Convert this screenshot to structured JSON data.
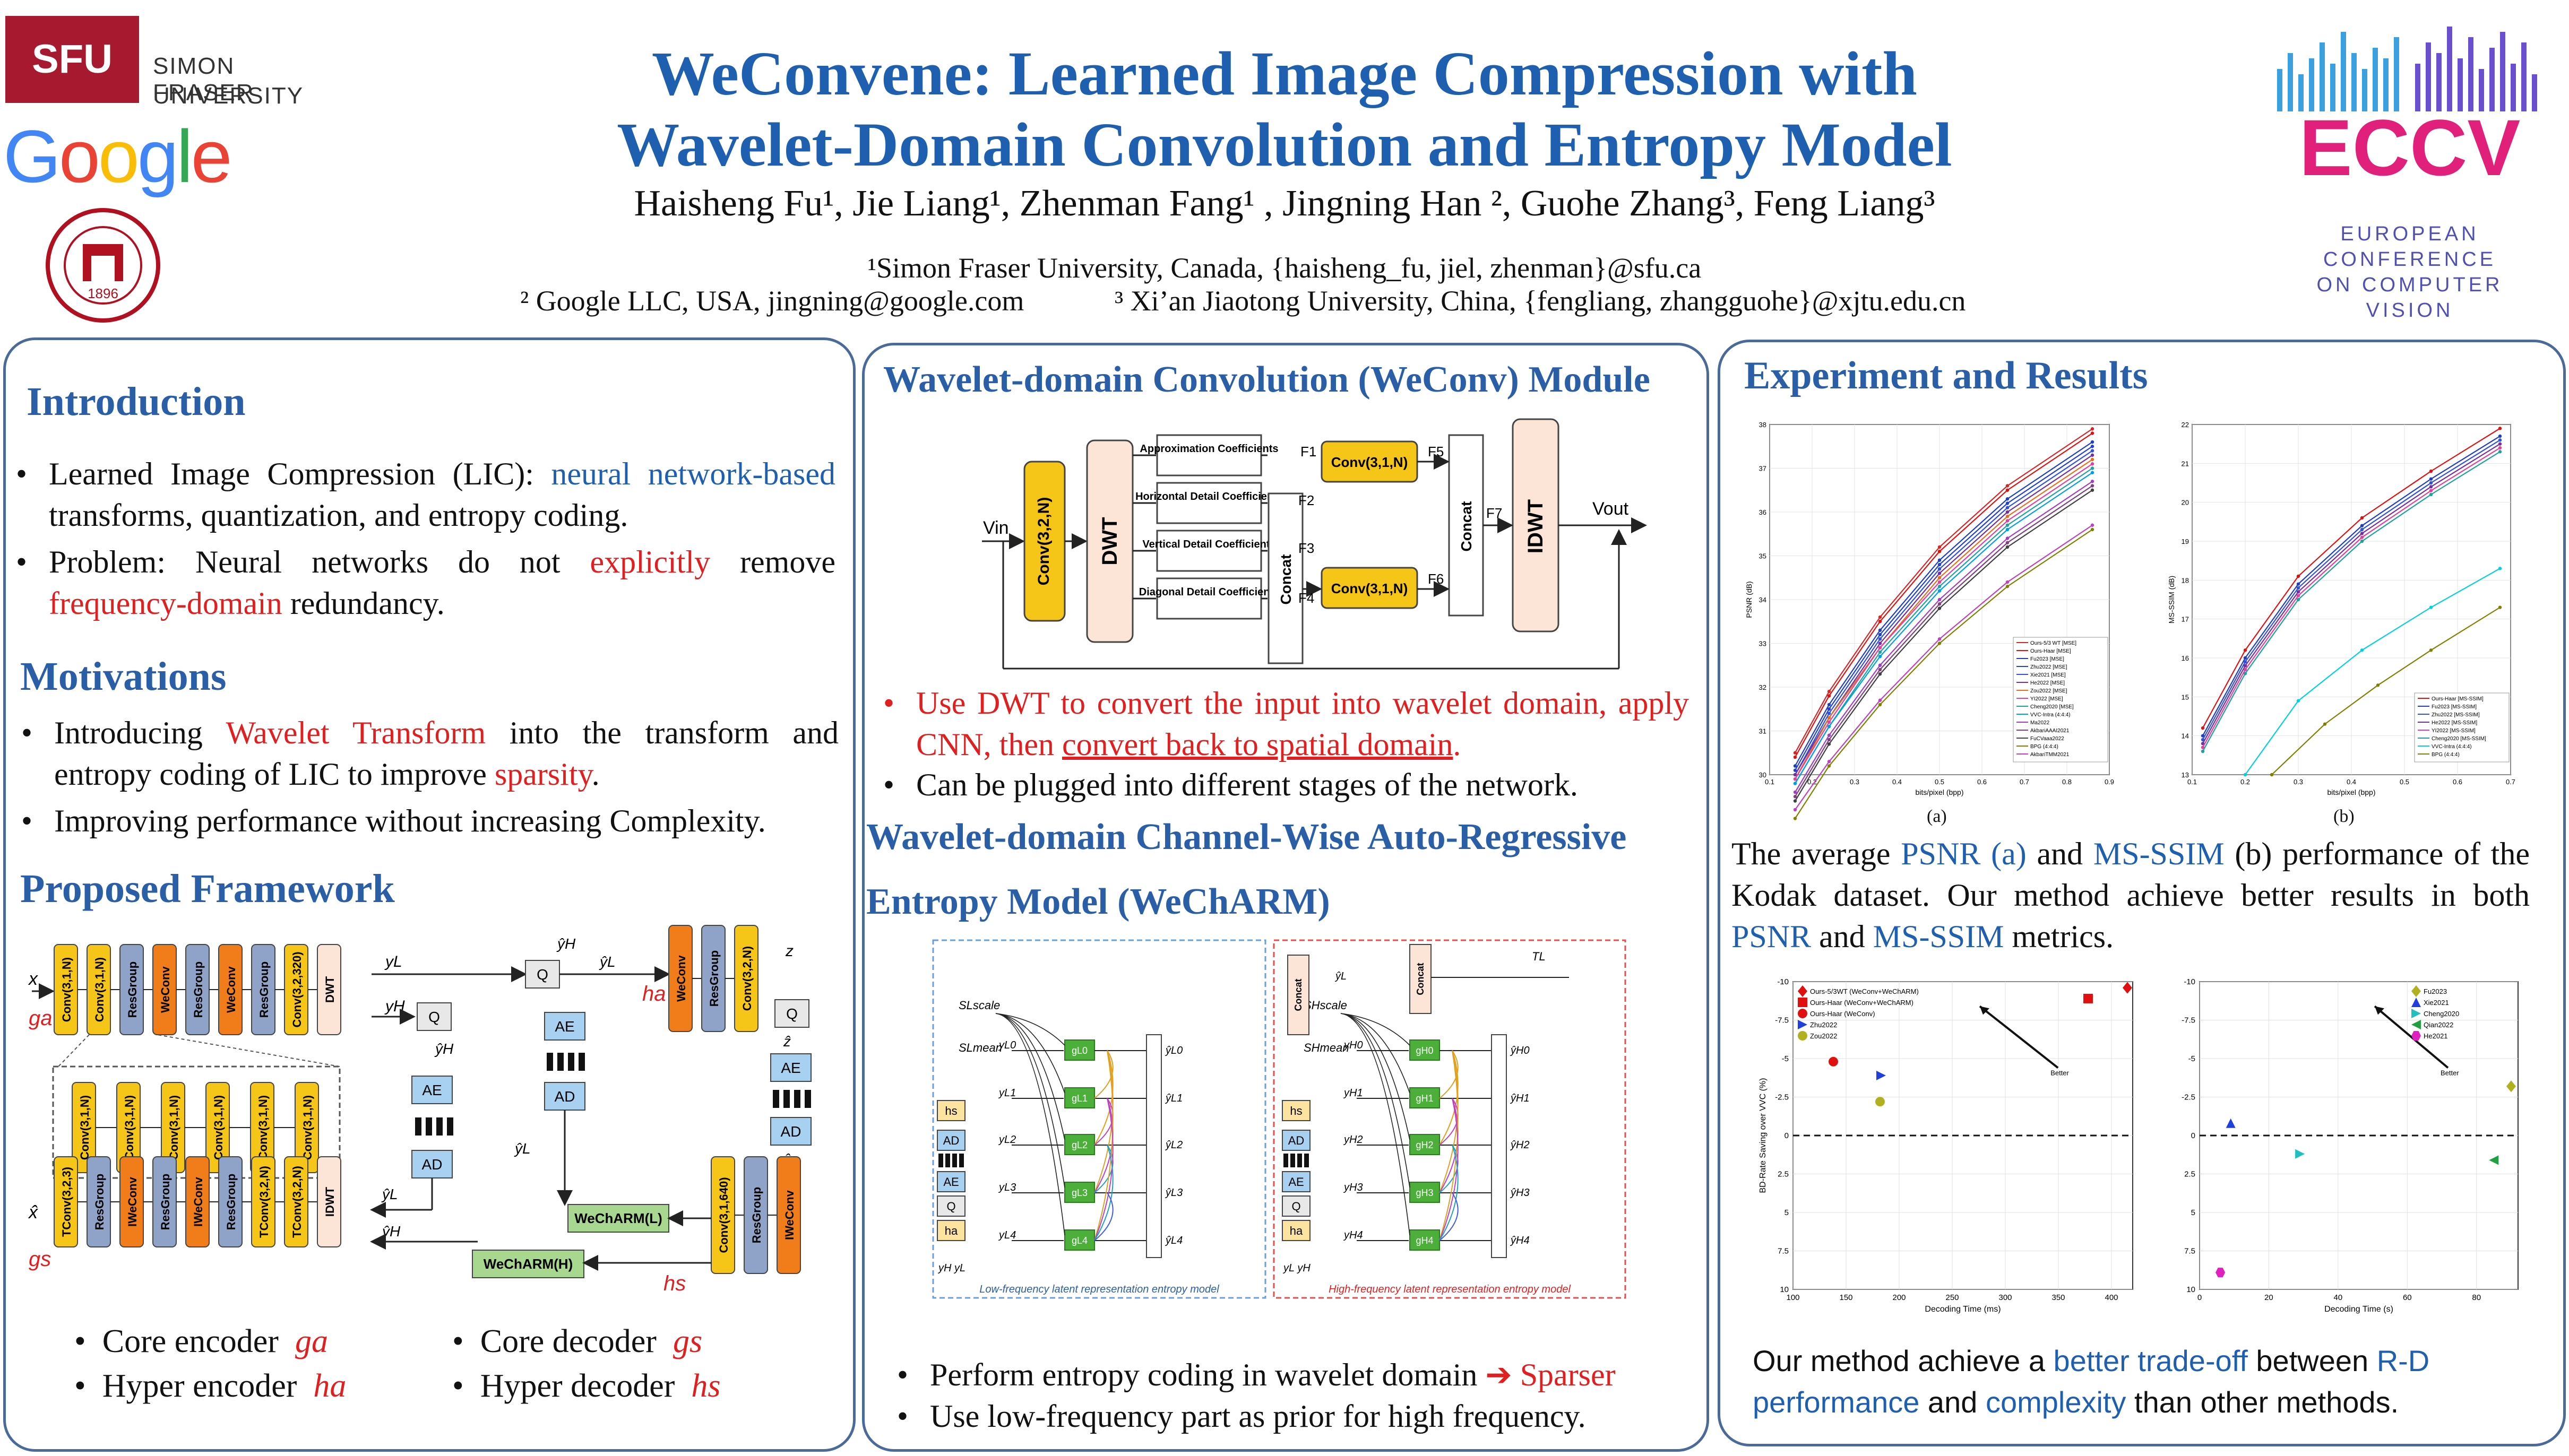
{
  "header": {
    "title_line1": "WeConvene: Learned Image Compression with",
    "title_line2": "Wavelet-Domain Convolution and Entropy Model",
    "authors": "Haisheng Fu¹, Jie Liang¹, Zhenman Fang¹ , Jingning Han ², Guohe Zhang³, Feng Liang³",
    "affiliation1": "¹Simon Fraser University, Canada, {haisheng_fu, jiel, zhenman}@sfu.ca",
    "affiliation2": "² Google LLC, USA, jingning@google.com",
    "affiliation3": "³ Xi’an Jiaotong University, China, {fengliang, zhangguohe}@xjtu.edu.cn",
    "sfu_mark": "SFU",
    "sfu_name_line1": "SIMON FRASER",
    "sfu_name_line2": "UNIVERSITY",
    "google": [
      "G",
      "o",
      "o",
      "g",
      "l",
      "e"
    ],
    "google_colors": [
      "#4285F4",
      "#EA4335",
      "#FBBC05",
      "#4285F4",
      "#34A853",
      "#EA4335"
    ],
    "eccv_word": "ECCV",
    "eccv_sub": [
      "EUROPEAN",
      "CONFERENCE",
      "ON COMPUTER",
      "VISION"
    ],
    "xjtu_seal_year": "1896"
  },
  "intro": {
    "heading": "Introduction",
    "b1_pre": "Learned Image Compression (LIC): ",
    "b1_blue": "neural network-based",
    "b1_post": " transforms, quantization, and entropy coding.",
    "b2_pre": "Problem: Neural networks do not ",
    "b2_red1": "explicitly",
    "b2_mid": " remove ",
    "b2_red2": "frequency-domain",
    "b2_post": " redundancy."
  },
  "motivations": {
    "heading": "Motivations",
    "b1_pre": "Introducing ",
    "b1_red": "Wavelet Transform",
    "b1_mid": " into the transform and entropy coding of LIC to improve ",
    "b1_red2": "sparsity",
    "b1_post": ".",
    "b2": "Improving performance without increasing Complexity."
  },
  "framework": {
    "heading": "Proposed Framework",
    "enc_blocks": [
      "Conv(3,1,N)",
      "Conv(3,1,N)",
      "ResGroup",
      "WeConv",
      "ResGroup",
      "WeConv",
      "ResGroup",
      "Conv(3,2,320)",
      "DWT"
    ],
    "inner_blocks": [
      "Conv(3,1,N)",
      "Conv(3,1,N)",
      "Conv(3,1,N)",
      "Conv(3,1,N)",
      "Conv(3,1,N)",
      "Conv(3,1,N)"
    ],
    "dec_blocks": [
      "TConv(3,2,3)",
      "ResGroup",
      "IWeConv",
      "ResGroup",
      "IWeConv",
      "ResGroup",
      "TConv(3,2,N)",
      "TConv(3,2,N)",
      "IDWT"
    ],
    "hyper_enc_blocks": [
      "WeConv",
      "ResGroup",
      "Conv(3,2,N)"
    ],
    "hyper_dec_blocks": [
      "Conv(3,1,640)",
      "ResGroup",
      "IWeConv"
    ],
    "labels": {
      "x": "x",
      "x_hat": "x̂",
      "ga": "ga",
      "gs": "gs",
      "ha": "ha",
      "hs": "hs",
      "yL": "yL",
      "yH": "yH",
      "yhatL": "ŷL",
      "yhatH": "ŷH",
      "z": "z",
      "zhat": "ẑ",
      "Q": "Q",
      "AE": "AE",
      "AD": "AD",
      "wecharmL": "WeChARM(L)",
      "wecharmH": "WeChARM(H)"
    },
    "legend_core_enc": "Core encoder",
    "legend_hyper_enc": "Hyper encoder",
    "legend_core_dec": "Core decoder",
    "legend_hyper_dec": "Hyper decoder",
    "sym_ga": "ga",
    "sym_ha": "ha",
    "sym_gs": "gs",
    "sym_hs": "hs"
  },
  "weconv": {
    "heading": "Wavelet-domain Convolution (WeConv) Module",
    "diagram": {
      "vin": "Vin",
      "vout": "Vout",
      "conv_in": "Conv(3,2,N)",
      "dwt": "DWT",
      "idwt": "IDWT",
      "concat": "Concat",
      "coeffs": [
        "Approximation Coefficients",
        "Horizontal Detail Coefficients",
        "Vertical Detail Coefficients",
        "Diagonal Detail Coefficients"
      ],
      "f_labels": [
        "F1",
        "F2",
        "F3",
        "F4",
        "F5",
        "F6",
        "F7"
      ],
      "conv1": "Conv(3,1,N)",
      "conv2": "Conv(3,1,N)"
    },
    "b1_red1": "Use DWT to convert the input into wavelet domain, apply CNN, then ",
    "b1_red_u": "convert back to spatial domain",
    "b1_red2": ".",
    "b2": "Can be plugged into different stages of the network."
  },
  "wecharm": {
    "heading_line1": "Wavelet-domain Channel-Wise Auto-Regressive",
    "heading_line2": "Entropy Model (WeChARM)",
    "low_caption": "Low-frequency latent representation entropy model",
    "high_caption": "High-frequency latent representation entropy model",
    "left_nodes": [
      "hs",
      "AD",
      "AE",
      "Q",
      "ha"
    ],
    "right_nodes": [
      "hs",
      "AD",
      "AE",
      "Q",
      "ha"
    ],
    "low_inputs": [
      "yL0",
      "yL1",
      "yL2",
      "yL3",
      "yL4"
    ],
    "low_outputs": [
      "ŷL0",
      "ŷL1",
      "ŷL2",
      "ŷL3",
      "ŷL4"
    ],
    "high_inputs": [
      "yH0",
      "yH1",
      "yH2",
      "yH3",
      "yH4"
    ],
    "high_outputs": [
      "ŷH0",
      "ŷH1",
      "ŷH2",
      "ŷH3",
      "ŷH4"
    ],
    "g_labels_low": [
      "gL0",
      "gL1",
      "gL2",
      "gL3",
      "gL4"
    ],
    "g_labels_high": [
      "gH0",
      "gH1",
      "gH2",
      "gH3",
      "gH4"
    ],
    "scale_low": "SLscale",
    "mean_low": "SLmean",
    "scale_high": "SHscale",
    "mean_high": "SHmean",
    "concat": "Concat",
    "TL": "TL",
    "yLhat": "ŷL",
    "inputs_low": "yH yL",
    "inputs_high": "yL yH",
    "b1_pre": "Perform entropy coding in wavelet domain ",
    "b1_arrow": "➔",
    "b1_red": " Sparser",
    "b2": "Use low-frequency part as prior for high frequency."
  },
  "results": {
    "heading": "Experiment and Results",
    "caption_a": "(a)",
    "caption_b": "(b)",
    "text1_a": "The average ",
    "text1_psnr": "PSNR (a)",
    "text1_b": " and ",
    "text1_ms": "MS-SSIM",
    "text1_c": "  (b) performance of the Kodak dataset.  Our method achieve better results in both ",
    "text1_psnr2": "PSNR",
    "text1_d": " and ",
    "text1_ms2": "MS-SSIM",
    "text1_e": " metrics.",
    "text2_a": "Our method achieve a ",
    "text2_b": "better trade-off",
    "text2_c": " between ",
    "text2_d": "R-D performance",
    "text2_e": " and ",
    "text2_f": "complexity",
    "text2_g": "  than other methods."
  },
  "chart_data": [
    {
      "type": "line",
      "xlabel": "bits/pixel (bpp)",
      "ylabel": "PSNR (dB)",
      "xlim": [
        0.1,
        0.9
      ],
      "ylim": [
        30,
        38
      ],
      "xticks": [
        0.1,
        0.2,
        0.3,
        0.4,
        0.5,
        0.6,
        0.7,
        0.8,
        0.9
      ],
      "yticks": [
        30,
        31,
        32,
        33,
        34,
        35,
        36,
        37,
        38
      ],
      "legend_pos": "bottom-right",
      "series": [
        {
          "name": "Ours-5/3 WT [MSE]",
          "color": "#d62728",
          "x": [
            0.16,
            0.24,
            0.36,
            0.5,
            0.66,
            0.86
          ],
          "y": [
            30.5,
            31.9,
            33.6,
            35.2,
            36.6,
            37.9
          ]
        },
        {
          "name": "Ours-Haar [MSE]",
          "color": "#e01010",
          "x": [
            0.16,
            0.24,
            0.36,
            0.5,
            0.66,
            0.86
          ],
          "y": [
            30.4,
            31.8,
            33.5,
            35.1,
            36.5,
            37.8
          ]
        },
        {
          "name": "Fu2023 [MSE]",
          "color": "#1f3fbf",
          "x": [
            0.16,
            0.24,
            0.36,
            0.5,
            0.66,
            0.86
          ],
          "y": [
            30.2,
            31.6,
            33.3,
            34.9,
            36.3,
            37.6
          ]
        },
        {
          "name": "Zhu2022 [MSE]",
          "color": "#2040d0",
          "x": [
            0.16,
            0.24,
            0.36,
            0.5,
            0.66,
            0.86
          ],
          "y": [
            30.1,
            31.5,
            33.2,
            34.8,
            36.2,
            37.5
          ]
        },
        {
          "name": "Xie2021 [MSE]",
          "color": "#3050e0",
          "x": [
            0.16,
            0.24,
            0.36,
            0.5,
            0.66,
            0.86
          ],
          "y": [
            30.0,
            31.4,
            33.1,
            34.7,
            36.1,
            37.4
          ]
        },
        {
          "name": "He2022 [MSE]",
          "color": "#7030a0",
          "x": [
            0.16,
            0.24,
            0.36,
            0.5,
            0.66,
            0.86
          ],
          "y": [
            30.0,
            31.3,
            33.0,
            34.6,
            36.0,
            37.3
          ]
        },
        {
          "name": "Zou2022 [MSE]",
          "color": "#e07020",
          "x": [
            0.16,
            0.24,
            0.36,
            0.5,
            0.66,
            0.86
          ],
          "y": [
            29.9,
            31.3,
            32.9,
            34.5,
            35.9,
            37.2
          ]
        },
        {
          "name": "YI2022 [MSE]",
          "color": "#e040a0",
          "x": [
            0.16,
            0.24,
            0.36,
            0.5,
            0.66,
            0.86
          ],
          "y": [
            29.9,
            31.2,
            32.9,
            34.4,
            35.8,
            37.1
          ]
        },
        {
          "name": "Cheng2020 [MSE]",
          "color": "#20a0a0",
          "x": [
            0.16,
            0.24,
            0.36,
            0.5,
            0.66,
            0.86
          ],
          "y": [
            29.8,
            31.1,
            32.8,
            34.3,
            35.7,
            37.0
          ]
        },
        {
          "name": "VVC-Intra (4:4:4)",
          "color": "#00a0e0",
          "x": [
            0.16,
            0.24,
            0.36,
            0.5,
            0.66,
            0.86
          ],
          "y": [
            29.8,
            31.1,
            32.7,
            34.2,
            35.6,
            36.9
          ]
        },
        {
          "name": "Ma2022",
          "color": "#a040c0",
          "x": [
            0.16,
            0.24,
            0.36,
            0.5,
            0.66,
            0.86
          ],
          "y": [
            29.6,
            30.9,
            32.5,
            34.0,
            35.4,
            36.7
          ]
        },
        {
          "name": "AkbariAAAI2021",
          "color": "#804080",
          "x": [
            0.16,
            0.24,
            0.36,
            0.5,
            0.66,
            0.86
          ],
          "y": [
            29.5,
            30.8,
            32.4,
            33.9,
            35.3,
            36.6
          ]
        },
        {
          "name": "FuCVaaa2022",
          "color": "#404040",
          "x": [
            0.16,
            0.24,
            0.36,
            0.5,
            0.66,
            0.86
          ],
          "y": [
            29.4,
            30.7,
            32.3,
            33.8,
            35.2,
            36.5
          ]
        },
        {
          "name": "BPG (4:4:4)",
          "color": "#808000",
          "x": [
            0.16,
            0.24,
            0.36,
            0.5,
            0.66,
            0.86
          ],
          "y": [
            29.0,
            30.2,
            31.6,
            33.0,
            34.3,
            35.6
          ]
        },
        {
          "name": "AkbariTMM2021",
          "color": "#c040c0",
          "x": [
            0.16,
            0.24,
            0.36,
            0.5,
            0.66,
            0.86
          ],
          "y": [
            29.2,
            30.3,
            31.7,
            33.1,
            34.4,
            35.7
          ]
        }
      ]
    },
    {
      "type": "line",
      "xlabel": "bits/pixel (bpp)",
      "ylabel": "MS-SSIM (dB)",
      "xlim": [
        0.1,
        0.7
      ],
      "ylim": [
        13,
        22
      ],
      "xticks": [
        0.1,
        0.2,
        0.3,
        0.4,
        0.5,
        0.6,
        0.7
      ],
      "yticks": [
        13,
        14,
        15,
        16,
        17,
        18,
        19,
        20,
        21,
        22
      ],
      "legend_pos": "bottom-right",
      "series": [
        {
          "name": "Ours-Haar [MS-SSIM]",
          "color": "#e01010",
          "x": [
            0.12,
            0.2,
            0.3,
            0.42,
            0.55,
            0.68
          ],
          "y": [
            14.2,
            16.2,
            18.1,
            19.6,
            20.8,
            21.9
          ]
        },
        {
          "name": "Fu2023 [MS-SSIM]",
          "color": "#1f3fbf",
          "x": [
            0.12,
            0.2,
            0.3,
            0.42,
            0.55,
            0.68
          ],
          "y": [
            14.0,
            16.0,
            17.9,
            19.4,
            20.6,
            21.7
          ]
        },
        {
          "name": "Zhu2022 [MS-SSIM]",
          "color": "#3050e0",
          "x": [
            0.12,
            0.2,
            0.3,
            0.42,
            0.55,
            0.68
          ],
          "y": [
            13.9,
            15.9,
            17.8,
            19.3,
            20.5,
            21.6
          ]
        },
        {
          "name": "He2022 [MS-SSIM]",
          "color": "#7030a0",
          "x": [
            0.12,
            0.2,
            0.3,
            0.42,
            0.55,
            0.68
          ],
          "y": [
            13.8,
            15.8,
            17.7,
            19.2,
            20.4,
            21.5
          ]
        },
        {
          "name": "YI2022 [MS-SSIM]",
          "color": "#e040a0",
          "x": [
            0.12,
            0.2,
            0.3,
            0.42,
            0.55,
            0.68
          ],
          "y": [
            13.7,
            15.7,
            17.6,
            19.1,
            20.3,
            21.4
          ]
        },
        {
          "name": "Cheng2020 [MS-SSIM]",
          "color": "#20a0a0",
          "x": [
            0.12,
            0.2,
            0.3,
            0.42,
            0.55,
            0.68
          ],
          "y": [
            13.6,
            15.6,
            17.5,
            19.0,
            20.2,
            21.3
          ]
        },
        {
          "name": "VVC-Intra (4:4:4)",
          "color": "#00d0e0",
          "x": [
            0.2,
            0.3,
            0.42,
            0.55,
            0.68
          ],
          "y": [
            13.0,
            14.9,
            16.2,
            17.3,
            18.3
          ]
        },
        {
          "name": "BPG (4:4:4)",
          "color": "#808000",
          "x": [
            0.25,
            0.35,
            0.45,
            0.55,
            0.68
          ],
          "y": [
            13.0,
            14.3,
            15.3,
            16.2,
            17.3
          ]
        }
      ]
    },
    {
      "type": "scatter",
      "xlabel": "Decoding Time (ms)",
      "ylabel": "BD-Rate Saving over VVC (%)",
      "xlim": [
        100,
        420
      ],
      "ylim": [
        10.0,
        -10.0
      ],
      "xticks": [
        100,
        150,
        200,
        250,
        300,
        350,
        400
      ],
      "yticks": [
        -10.0,
        -7.5,
        -5.0,
        -2.5,
        0.0,
        2.5,
        5.0,
        7.5,
        10.0
      ],
      "arrow_label": "Better",
      "legend_pos": "top-left",
      "series": [
        {
          "name": "Ours-5/3WT (WeConv+WeChARM)",
          "color": "#e01010",
          "marker": "diamond",
          "x": [
            415
          ],
          "y": [
            -9.6
          ]
        },
        {
          "name": "Ours-Haar (WeConv+WeChARM)",
          "color": "#e01010",
          "marker": "square",
          "x": [
            378
          ],
          "y": [
            -8.9
          ]
        },
        {
          "name": "Ours-Haar (WeConv)",
          "color": "#e01010",
          "marker": "circle",
          "x": [
            138
          ],
          "y": [
            -4.8
          ]
        },
        {
          "name": "Zhu2022",
          "color": "#1f3fdf",
          "marker": "triangle-right",
          "x": [
            183
          ],
          "y": [
            -3.9
          ]
        },
        {
          "name": "Zou2022",
          "color": "#b0b020",
          "marker": "circle",
          "x": [
            182
          ],
          "y": [
            -2.2
          ]
        }
      ]
    },
    {
      "type": "scatter",
      "xlabel": "Decoding Time (s)",
      "ylabel": "",
      "xlim": [
        0,
        92
      ],
      "ylim": [
        10.0,
        -10.0
      ],
      "xticks": [
        0,
        20,
        40,
        60,
        80
      ],
      "yticks": [
        -10.0,
        -7.5,
        -5.0,
        -2.5,
        0.0,
        2.5,
        5.0,
        7.5,
        10.0
      ],
      "arrow_label": "Better",
      "legend_pos": "top-right",
      "series": [
        {
          "name": "Fu2023",
          "color": "#b0b020",
          "marker": "diamond",
          "x": [
            90
          ],
          "y": [
            -3.2
          ]
        },
        {
          "name": "Xie2021",
          "color": "#1f3fdf",
          "marker": "triangle-up",
          "x": [
            9
          ],
          "y": [
            -0.8
          ]
        },
        {
          "name": "Cheng2020",
          "color": "#20c0c0",
          "marker": "triangle-right",
          "x": [
            29
          ],
          "y": [
            1.2
          ]
        },
        {
          "name": "Qian2022",
          "color": "#20a040",
          "marker": "triangle-left",
          "x": [
            85
          ],
          "y": [
            1.6
          ]
        },
        {
          "name": "He2021",
          "color": "#e020c0",
          "marker": "hexagon",
          "x": [
            6
          ],
          "y": [
            8.9
          ]
        }
      ]
    }
  ]
}
